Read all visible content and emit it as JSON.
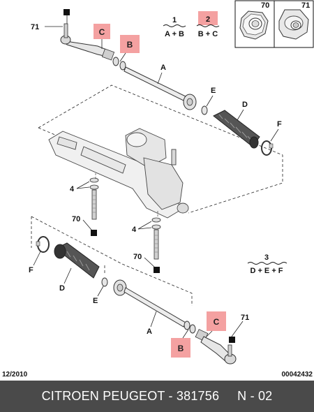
{
  "labels": {
    "c71_top": "71",
    "c71_bottom": "71",
    "c70_left": "70",
    "c70_mid": "70",
    "c4_left": "4",
    "c4_right": "4",
    "A_top": "A",
    "A_bottom": "A",
    "B_top": "B",
    "B_bottom": "B",
    "C_top": "C",
    "C_bottom": "C",
    "D_top": "D",
    "D_bottom": "D",
    "E_top": "E",
    "E_bottom": "E",
    "F_top": "F",
    "F_bottom": "F"
  },
  "kits": {
    "k1_num": "1",
    "k1_formula": "A + B",
    "k2_num": "2",
    "k2_formula": "B + C",
    "k3_num": "3",
    "k3_formula": "D + E + F"
  },
  "nut_box": {
    "left_label": "70",
    "right_label": "71"
  },
  "date": "12/2010",
  "ref_code": "00042432",
  "footer": {
    "title": "CITROEN PEUGEOT - 381756",
    "page": "N - 02"
  },
  "colors": {
    "highlight": "#f4a1a1",
    "footer_bg": "#4a4a4a"
  }
}
